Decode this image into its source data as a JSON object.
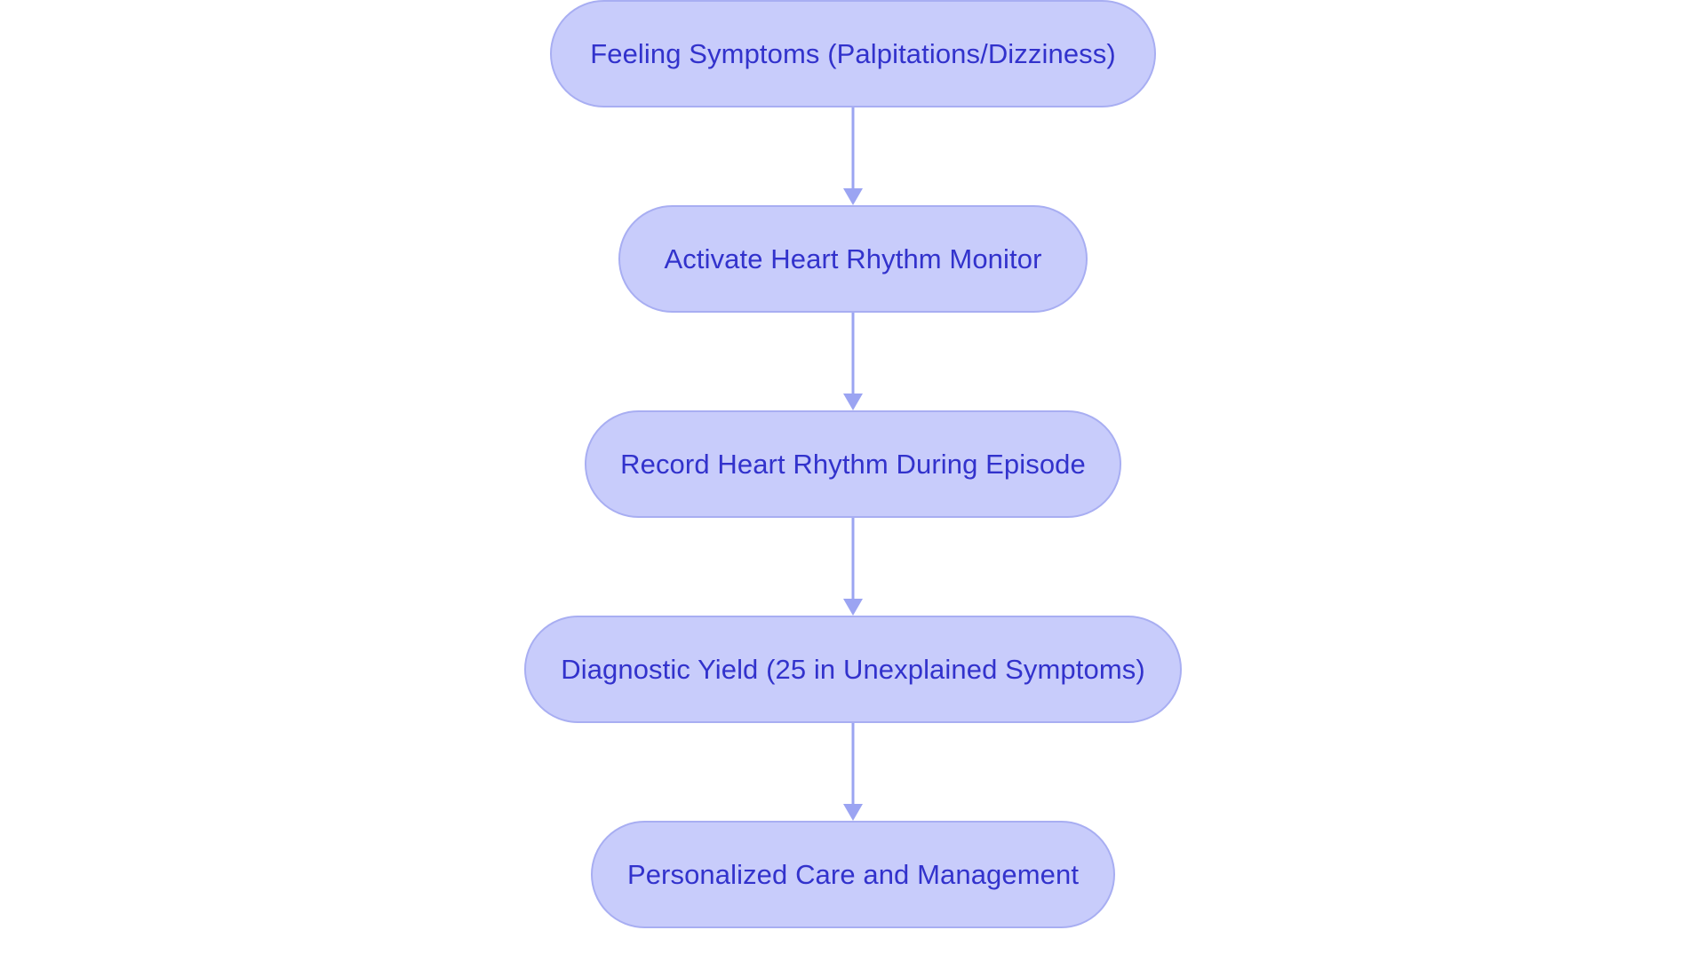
{
  "diagram": {
    "type": "flowchart",
    "orientation": "vertical-top-to-bottom",
    "background_color": "#ffffff",
    "node_fill_color": "#c8ccfb",
    "node_border_color": "#a8aef2",
    "node_text_color": "#3232cc",
    "arrow_color": "#9ba4f2",
    "nodes": [
      {
        "id": "node-1",
        "label": "Feeling Symptoms (Palpitations/Dizziness)"
      },
      {
        "id": "node-2",
        "label": "Activate Heart Rhythm Monitor"
      },
      {
        "id": "node-3",
        "label": "Record Heart Rhythm During Episode"
      },
      {
        "id": "node-4",
        "label": "Diagnostic Yield (25 in Unexplained Symptoms)"
      },
      {
        "id": "node-5",
        "label": "Personalized Care and Management"
      }
    ],
    "edges": [
      {
        "id": "edge-1",
        "from": "node-1",
        "to": "node-2",
        "label": ""
      },
      {
        "id": "edge-2",
        "from": "node-2",
        "to": "node-3",
        "label": ""
      },
      {
        "id": "edge-3",
        "from": "node-3",
        "to": "node-4",
        "label": ""
      },
      {
        "id": "edge-4",
        "from": "node-4",
        "to": "node-5",
        "label": ""
      }
    ]
  }
}
